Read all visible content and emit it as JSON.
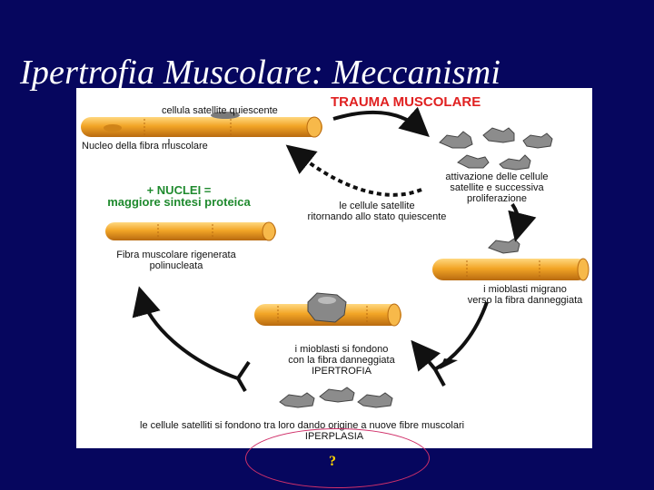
{
  "slide": {
    "title": "Ipertrofia Muscolare: Meccanismi",
    "question_mark": "?",
    "colors": {
      "background": "#06065e",
      "title": "#ffffff",
      "fiber": "#f0a020",
      "red_title": "#e02020",
      "green_text": "#1f8a2e",
      "oval": "#d0306a",
      "question": "#ffd400"
    }
  },
  "diagram": {
    "title": "TRAUMA MUSCOLARE",
    "labels": {
      "satellite_quiescent": "cellula satellite quiescente",
      "nucleus": "Nucleo della fibra muscolare",
      "activation": [
        "attivazione delle cellule",
        "satellite e successiva",
        "proliferazione"
      ],
      "return_quiescent": [
        "le cellule satellite",
        "ritornando allo stato quiescente"
      ],
      "more_nuclei": [
        "+ NUCLEI =",
        "maggiore sintesi proteica"
      ],
      "regenerated": [
        "Fibra muscolare rigenerata",
        "polinucleata"
      ],
      "migrate": [
        "i mioblasti migrano",
        "verso la fibra danneggiata"
      ],
      "fuse": [
        "i mioblasti si fondono",
        "con la fibra danneggiata"
      ],
      "hypertrophy": "IPERTROFIA",
      "fuse_each_other": "le cellule satelliti si fondono tra loro dando origine a nuove fibre muscolari",
      "hyperplasia": "IPERPLASIA"
    }
  }
}
